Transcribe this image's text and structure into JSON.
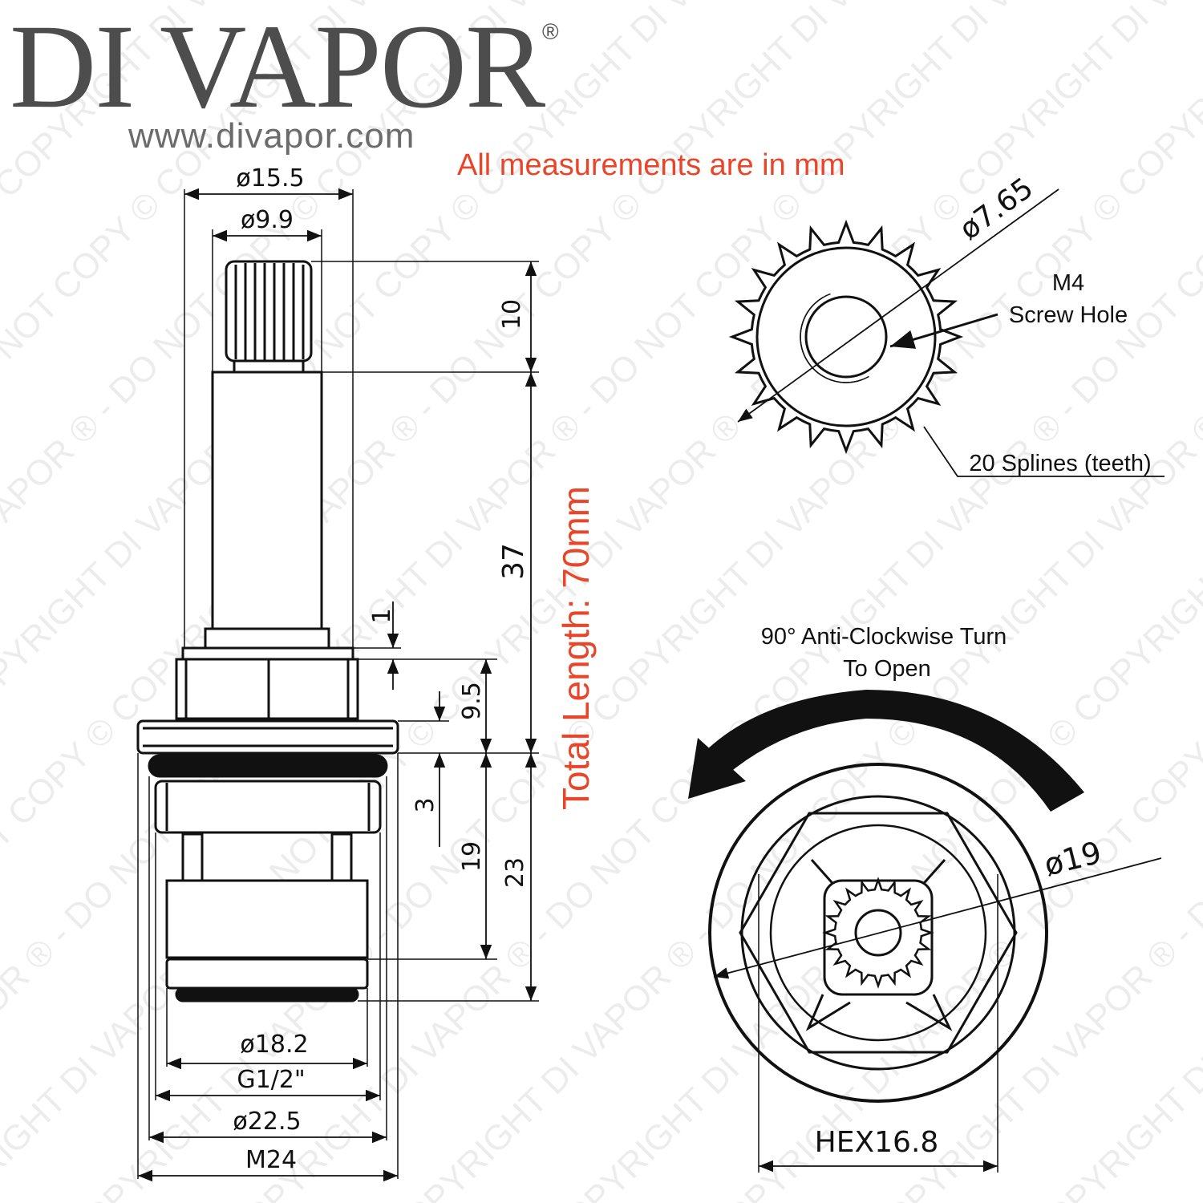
{
  "brand": {
    "name": "DI VAPOR",
    "registered": "®",
    "url": "www.divapor.com"
  },
  "note": "All measurements are in mm",
  "watermark": "COPYRIGHT DI VAPOR ® - DO NOT COPY ©",
  "side_view": {
    "dims": {
      "d_outer_top": "ø15.5",
      "d_spindle": "ø9.9",
      "h_splines": "10",
      "h_body": "37",
      "h_washer": "1",
      "h_hex": "9.5",
      "h_flange": "3",
      "h_lower": "19",
      "h_base": "23",
      "d_base": "ø18.2",
      "thread": "G1/2\"",
      "d_flange": "ø22.5",
      "thread_flange": "M24"
    },
    "total_length": "Total Length: 70mm"
  },
  "spline_view": {
    "dia": "ø7.65",
    "screw_hole_1": "M4",
    "screw_hole_2": "Screw Hole",
    "splines": "20 Splines (teeth)",
    "teeth_count": 20
  },
  "turn_view": {
    "caption_1": "90° Anti-Clockwise Turn",
    "caption_2": "To Open",
    "dia": "ø19",
    "hex": "HEX16.8",
    "turn_degrees": 90
  },
  "colors": {
    "accent": "#e8462a",
    "ink": "#111111",
    "brand": "#4d4d4d"
  }
}
